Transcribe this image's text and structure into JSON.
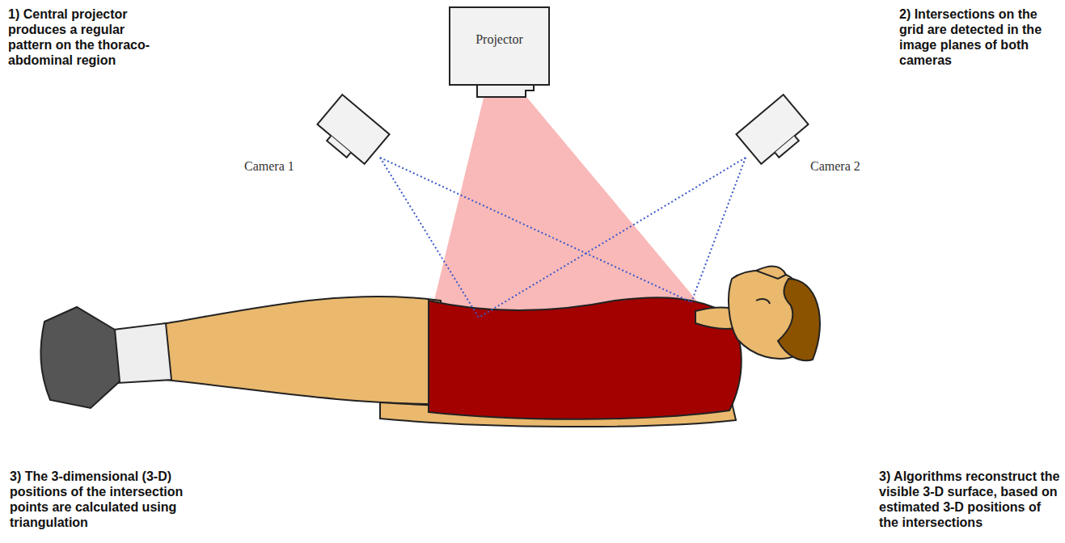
{
  "diagram": {
    "nodes": [
      {
        "text": [
          "Projector"
        ]
      }
    ],
    "labels": [
      "1) Central projector produces a regular pattern on the thoraco-abdominal region",
      "2) Intersections on the grid are detected in the image planes of both cameras",
      "3) The 3-dimensional (3-D) positions of the intersection points are calculated using triangulation",
      "3) Algorithms reconstruct the visible 3-D surface, based on estimated 3-D positions of the intersections",
      "Camera 1",
      "Camera 2"
    ]
  }
}
